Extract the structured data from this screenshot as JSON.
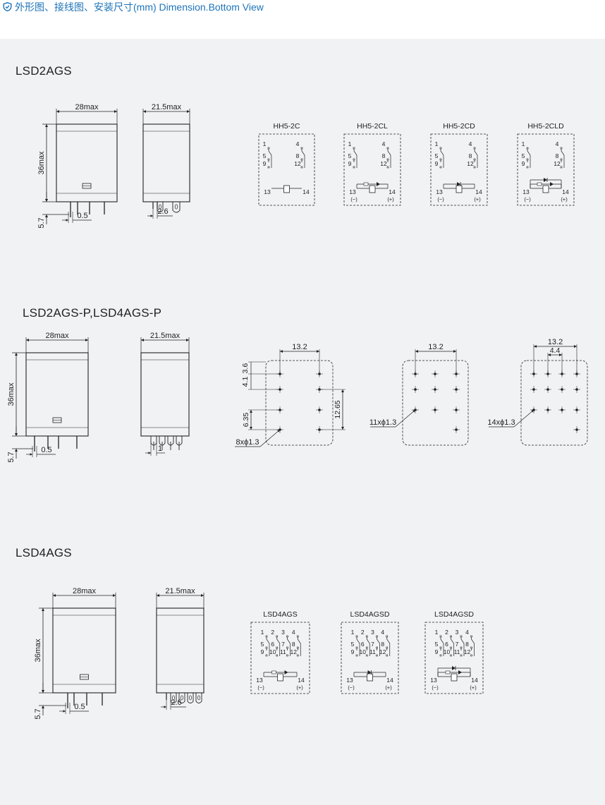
{
  "header": {
    "title": "外形图、接线图、安装尺寸(mm) Dimension.Bottom View",
    "icon": "shield-icon",
    "accent": "#1e74b9"
  },
  "panel_bg": "#f1f2f4",
  "sections": [
    {
      "title": "LSD2AGS",
      "front": {
        "width_label": "28max",
        "height_label": "36max",
        "pin_len_label": "5.7",
        "pin_w_label": "0.5"
      },
      "side": {
        "width_label": "21.5max",
        "pin_pitch_label": "2.6"
      },
      "wiring": [
        "HH5-2C",
        "HH5-2CL",
        "HH5-2CD",
        "HH5-2CLD"
      ]
    },
    {
      "title": "LSD2AGS-P,LSD4AGS-P",
      "front": {
        "width_label": "28max",
        "height_label": "36max",
        "pin_len_label": "5.7",
        "pin_w_label": "0.5"
      },
      "side": {
        "width_label": "21.5max",
        "pin_pitch_label": "1"
      },
      "pcb": [
        {
          "hole_label": "8xϕ1.3",
          "dims": [
            "13.2",
            "3.6",
            "4.1",
            "6.35",
            "12.65"
          ]
        },
        {
          "hole_label": "11xϕ1.3",
          "dims": [
            "13.2"
          ]
        },
        {
          "hole_label": "14xϕ1.3",
          "dims": [
            "13.2",
            "4.4"
          ]
        }
      ]
    },
    {
      "title": "LSD4AGS",
      "front": {
        "width_label": "28max",
        "height_label": "36max",
        "pin_len_label": "5.7",
        "pin_w_label": "0.5"
      },
      "side": {
        "width_label": "21.5max",
        "pin_pitch_label": "2.6"
      },
      "wiring": [
        "LSD4AGS",
        "LSD4AGSD",
        "LSD4AGSD"
      ]
    }
  ],
  "terminals": {
    "two_pole": [
      "1",
      "4",
      "5",
      "8",
      "9",
      "12",
      "13",
      "14"
    ],
    "four_pole": [
      "1",
      "2",
      "3",
      "4",
      "5",
      "6",
      "7",
      "8",
      "9",
      "10",
      "11",
      "12",
      "13",
      "14"
    ],
    "polarity_neg": "(−)",
    "polarity_pos": "(+)"
  }
}
